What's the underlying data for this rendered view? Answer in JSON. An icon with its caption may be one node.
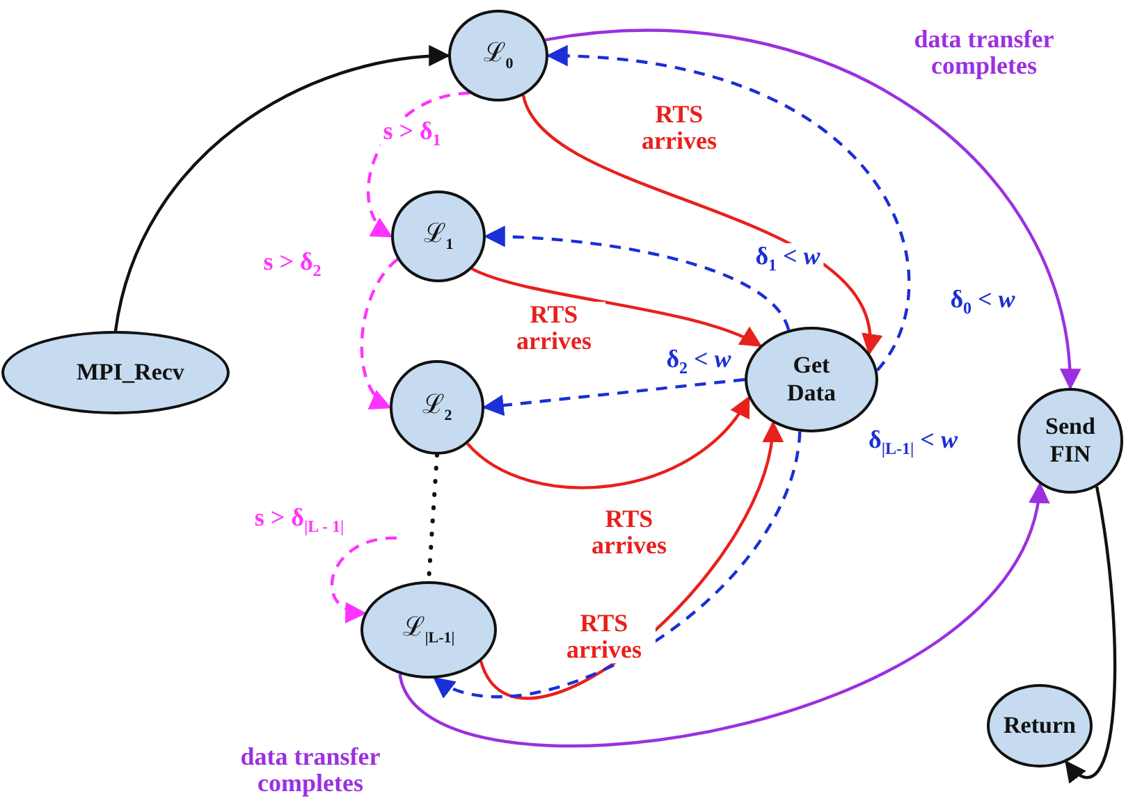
{
  "diagram": {
    "nodes": [
      {
        "text": [
          "ℒ$_{0}$"
        ]
      },
      {
        "text": [
          "ℒ$_{1}$"
        ]
      },
      {
        "text": [
          "ℒ$_{2}$"
        ]
      },
      {
        "text": [
          "ℒ$_{|L-1|}$"
        ]
      },
      {
        "text": [
          "MPI_Recv"
        ]
      },
      {
        "text": [
          "Get Data"
        ]
      },
      {
        "text": [
          "Send FIN"
        ]
      },
      {
        "text": [
          "Return"
        ]
      }
    ],
    "edges": [
      {
        "from": 4,
        "to": 0,
        "arrow": "to",
        "color": "#111111"
      },
      {
        "from": 0,
        "to": 1,
        "arrow": "to",
        "style": "dashed",
        "color": "#ff33ff",
        "label": "s > δ$_{1}$"
      },
      {
        "from": 1,
        "to": 2,
        "arrow": "to",
        "style": "dashed",
        "color": "#ff33ff",
        "label": "s > δ$_{2}$"
      },
      {
        "from": 2,
        "to": 3,
        "arrow": "none",
        "style": "dashed",
        "color": "#111111"
      },
      {
        "from": null,
        "to": 3,
        "arrow": "to",
        "style": "dashed",
        "color": "#ff33ff",
        "label": "s > δ$_{|L - 1|}$"
      },
      {
        "from": 0,
        "to": 5,
        "arrow": "to",
        "color": "#e8201c",
        "label": "RTS arrives"
      },
      {
        "from": 1,
        "to": 5,
        "arrow": "to",
        "color": "#e8201c",
        "label": "RTS arrives"
      },
      {
        "from": 2,
        "to": 5,
        "arrow": "to",
        "color": "#e8201c",
        "label": "RTS arrives"
      },
      {
        "from": 3,
        "to": 5,
        "arrow": "to",
        "color": "#e8201c",
        "label": "RTS arrives"
      },
      {
        "from": 5,
        "to": 0,
        "arrow": "to",
        "style": "dashed",
        "color": "#1a2fd6",
        "label": "δ$_{0}$ < *w*"
      },
      {
        "from": 5,
        "to": 1,
        "arrow": "to",
        "style": "dashed",
        "color": "#1a2fd6",
        "label": "δ$_{1}$ < *w*"
      },
      {
        "from": 5,
        "to": 2,
        "arrow": "to",
        "style": "dashed",
        "color": "#1a2fd6",
        "label": "δ$_{2}$ < *w*"
      },
      {
        "from": 5,
        "to": 3,
        "arrow": "to",
        "style": "dashed",
        "color": "#1a2fd6",
        "label": "δ$_{|L-1|}$ < *w*"
      },
      {
        "from": 0,
        "to": 6,
        "arrow": "to",
        "color": "#9b30e0",
        "label": "data transfer completes"
      },
      {
        "from": 3,
        "to": 6,
        "arrow": "to",
        "color": "#9b30e0",
        "label": "data transfer completes"
      },
      {
        "from": 6,
        "to": 7,
        "arrow": "to",
        "color": "#111111"
      }
    ]
  }
}
